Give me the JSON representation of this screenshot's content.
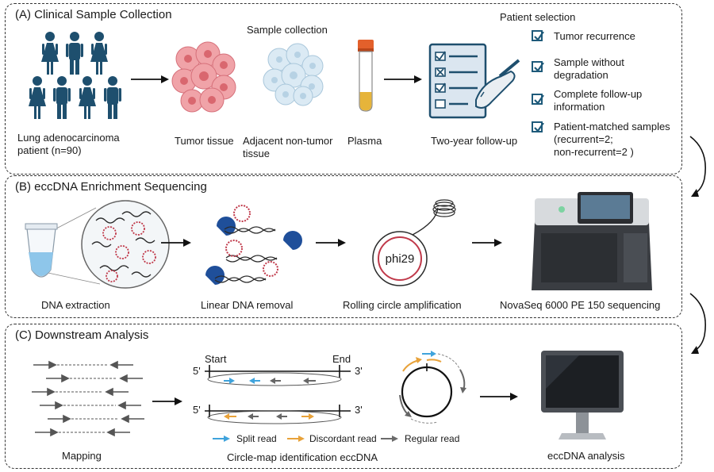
{
  "panels": {
    "a_title": "(A) Clinical Sample Collection",
    "b_title": "(B) eccDNA Enrichment Sequencing",
    "c_title": "(C) Downstream Analysis"
  },
  "panel_a": {
    "patient_label": [
      "Lung adenocarcinoma",
      "patient (n=90)"
    ],
    "sample_collection": "Sample collection",
    "tumor_tissue": "Tumor tissue",
    "adjacent_tissue": [
      "Adjacent non-tumor",
      "tissue"
    ],
    "plasma": "Plasma",
    "followup": "Two-year follow-up",
    "patient_selection": "Patient selection",
    "criteria": [
      [
        "Tumor recurrence"
      ],
      [
        "Sample without",
        "degradation"
      ],
      [
        "Complete follow-up",
        "information"
      ],
      [
        "Patient-matched samples",
        "(recurrent=2;",
        "non-recurrent=2 )"
      ]
    ]
  },
  "panel_b": {
    "dna_extraction": "DNA extraction",
    "linear_removal": "Linear DNA removal",
    "rca": "Rolling circle amplification",
    "phi29": "phi29",
    "sequencing": "NovaSeq 6000 PE 150 sequencing"
  },
  "panel_c": {
    "mapping": "Mapping",
    "start": "Start",
    "end": "End",
    "five_prime": "5'",
    "three_prime": "3'",
    "legend": [
      "Split read",
      "Discordant read",
      "Regular read"
    ],
    "circle_map": "Circle-map identification eccDNA",
    "analysis": "eccDNA analysis"
  },
  "colors": {
    "split": "#3fa3dc",
    "discordant": "#e8a23a",
    "regular": "#6b6b6b",
    "person": "#1e4f6e",
    "check": "#1e5a7a",
    "tumor": "#e88d93",
    "adjacent": "#cfe3ef"
  }
}
